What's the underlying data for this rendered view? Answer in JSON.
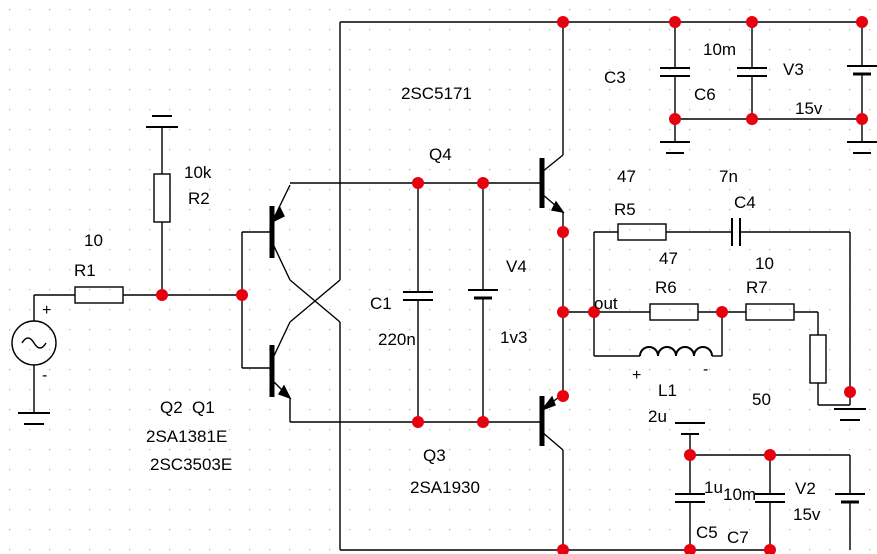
{
  "labels": {
    "r2_value": "10k",
    "r2_name": "R2",
    "r1_value": "10",
    "r1_name": "R1",
    "q2": "Q2",
    "q1": "Q1",
    "q1_part": "2SA1381E",
    "q2_part": "2SC3503E",
    "q4_part": "2SC5171",
    "q4": "Q4",
    "c1_name": "C1",
    "c1_value": "220n",
    "v4_name": "V4",
    "v4_value": "1v3",
    "q3": "Q3",
    "q3_part": "2SA1930",
    "c3_name": "C3",
    "c6_name": "C6",
    "c6_value": "10m",
    "v3_name": "V3",
    "v3_value": "15v",
    "r5_value": "47",
    "r5_name": "R5",
    "c4_value": "7n",
    "c4_name": "C4",
    "r6_value": "47",
    "r6_name": "R6",
    "r7_value": "10",
    "r7_name": "R7",
    "out_node": "out",
    "l1_name": "L1",
    "l1_value": "2u",
    "load_value": "50",
    "c5_value": "1u",
    "c7_value": "10m",
    "v2_name": "V2",
    "v2_value": "15v",
    "c5_name": "C5",
    "c7_name": "C7"
  },
  "colors": {
    "wire": "#000000",
    "node": "#e8000f",
    "grid": "#b0b0b0"
  }
}
